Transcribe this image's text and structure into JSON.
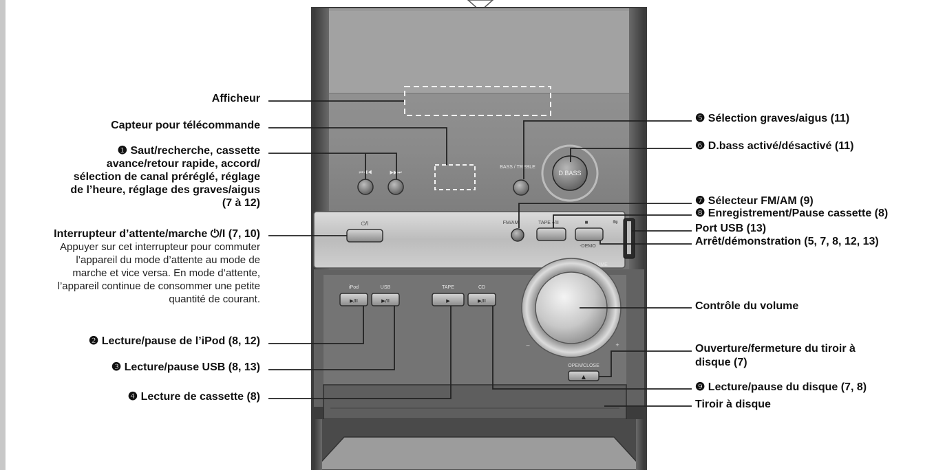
{
  "device": {
    "btn_skip_back": "⏮◀◀",
    "btn_skip_fwd": "▶▶⏭",
    "btn_bass_treble": "BASS / TREBLE",
    "btn_dbass": "D.BASS",
    "btn_standby": "⏻/I",
    "btn_fmam": "FM/AM",
    "btn_tape_rec": "TAPE ●/II",
    "btn_stop": "■",
    "btn_demo": "-DEMO",
    "btn_volume": "VOLUME",
    "src_ipod": "iPod",
    "src_usb": "USB",
    "src_tape": "TAPE",
    "src_cd": "CD",
    "glyph_playpause": "▶/II",
    "glyph_play": "▶",
    "vol_minus": "–",
    "vol_plus": "+",
    "btn_open_close": "OPEN/CLOSE",
    "glyph_eject": "▲"
  },
  "labels": {
    "afficheur": "Afficheur",
    "capteur": "Capteur pour télécommande",
    "saut_1": "❶ Saut/recherche, cassette",
    "saut_2": "avance/retour rapide, accord/",
    "saut_3": "sélection de canal préréglé, réglage",
    "saut_4": "de l’heure, réglage des graves/aigus",
    "saut_5": "(7 à 12)",
    "interrupteur": "Interrupteur d’attente/marche ⏻/I (7, 10)",
    "interrupteur_desc": "Appuyer sur cet interrupteur pour commuter l’appareil du mode d’attente au mode de marche et vice versa. En mode d’attente, l’appareil continue de consommer une petite quantité de courant.",
    "lecture_ipod": "❷ Lecture/pause de l’iPod (8, 12)",
    "lecture_usb": "❸ Lecture/pause USB (8, 13)",
    "lecture_cassette": "❹ Lecture de cassette (8)",
    "selection_graves": "❺ Sélection graves/aigus (11)",
    "dbass": "❻ D.bass activé/désactivé (11)",
    "selecteur_fmam": "❼ Sélecteur FM/AM (9)",
    "enregistrement": "❽ Enregistrement/Pause cassette (8)",
    "port_usb": "Port USB (13)",
    "arret": "Arrêt/démonstration (5, 7, 8, 12, 13)",
    "volume": "Contrôle du volume",
    "ouverture_1": "Ouverture/fermeture du tiroir à",
    "ouverture_2": "disque (7)",
    "lecture_disque": "❾ Lecture/pause du disque (7, 8)",
    "tiroir": "Tiroir à disque"
  }
}
